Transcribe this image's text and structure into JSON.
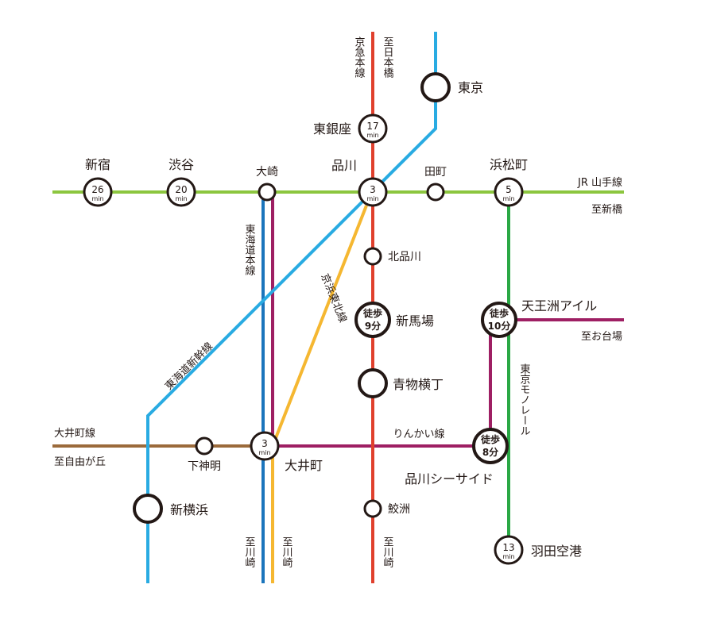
{
  "colors": {
    "yamanote": "#8CC63F",
    "keikyu": "#E0402D",
    "tokaido_shinkansen": "#29ABE2",
    "keihin_tohoku": "#F5B731",
    "tokaido_main": "#1B75BC",
    "rinkai": "#9E1F63",
    "monorail": "#2AA845",
    "oimachi": "#9B6A3B",
    "station_outline": "#231815"
  },
  "lines": {
    "keikyu": "京急本線",
    "keikyu_dir": "至日本橋",
    "yamanote": "JR 山手線",
    "yamanote_dir": "至新橋",
    "tokaido_main": "東海道本線",
    "shinkansen": "東海道新幹線",
    "keihin_tohoku": "京浜東北線",
    "rinkai": "りんかい線",
    "monorail": "東京モノレール",
    "monorail_dir": "至お台場",
    "oimachi": "大井町線",
    "oimachi_dir": "至自由が丘",
    "dir_kawasaki_1": "至川崎",
    "dir_kawasaki_2": "至川崎",
    "dir_kawasaki_3": "至川崎"
  },
  "stations": {
    "tokyo": "東京",
    "higashi_ginza": "東銀座",
    "shinjuku": "新宿",
    "shibuya": "渋谷",
    "osaki": "大崎",
    "shinagawa": "品川",
    "tamachi": "田町",
    "hamamatsucho": "浜松町",
    "kitashinagawa": "北品川",
    "shinbamba": "新馬場",
    "aomono_yokocho": "青物横丁",
    "tennozu_isle": "天王洲アイル",
    "shinagawa_seaside": "品川シーサイド",
    "oimachi": "大井町",
    "shimoshinmei": "下神明",
    "shin_yokohama": "新横浜",
    "samezu": "鮫洲",
    "haneda_airport": "羽田空港"
  },
  "times": {
    "higashi_ginza": "17",
    "shinjuku": "26",
    "shibuya": "20",
    "shinagawa": "3",
    "hamamatsucho": "5",
    "oimachi": "3",
    "haneda_airport": "13",
    "unit": "min"
  },
  "walk": {
    "label": "徒歩",
    "shinbamba": "9分",
    "tennozu_isle": "10分",
    "shinagawa_seaside": "8分"
  }
}
